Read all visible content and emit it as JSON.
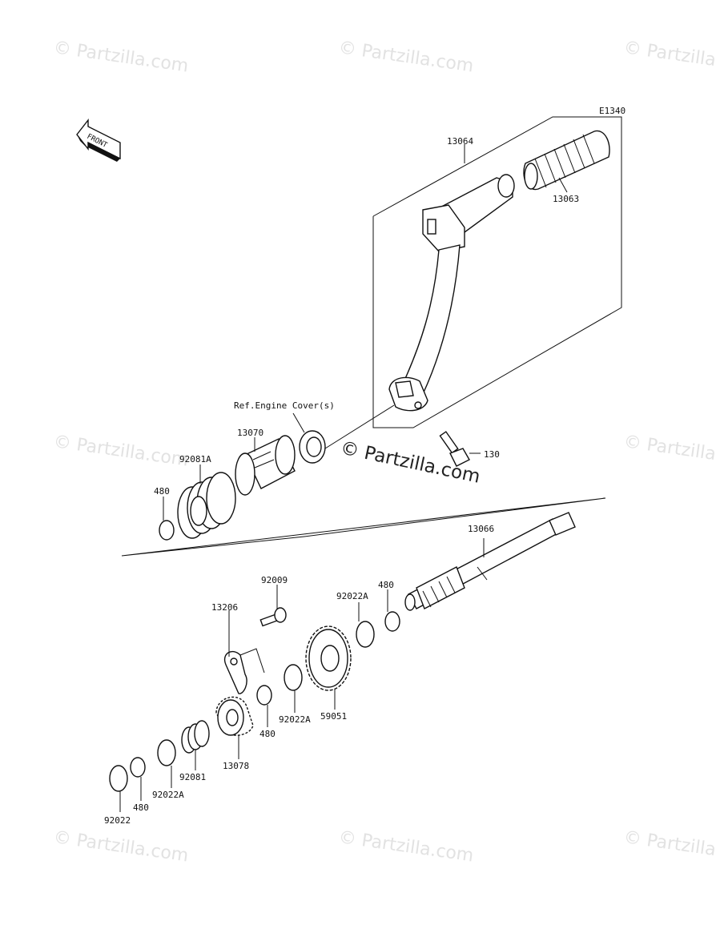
{
  "diagram_code": "E1340",
  "front_label": "FRONT",
  "watermark": "© Partzilla.com",
  "center_watermark": "© Partzilla.com",
  "reference_note": "Ref.Engine Cover(s)",
  "parts": {
    "p13064": "13064",
    "p13063": "13063",
    "p130": "130",
    "p13070": "13070",
    "p92081A": "92081A",
    "p480_top": "480",
    "p13066": "13066",
    "p92009": "92009",
    "p13206": "13206",
    "p92022A_top": "92022A",
    "p480_shaft": "480",
    "p59051": "59051",
    "p92022A_mid": "92022A",
    "p480_mid": "480",
    "p13078": "13078",
    "p92081": "92081",
    "p92022A_low": "92022A",
    "p480_low": "480",
    "p92022": "92022"
  }
}
